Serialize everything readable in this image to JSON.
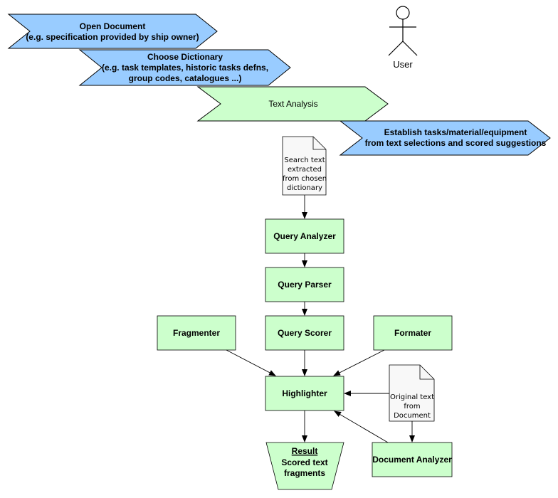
{
  "colors": {
    "step_blue": "#99ccff",
    "step_green": "#ccffcc",
    "box_green": "#ccffcc",
    "note_fill": "#f8f8f8",
    "stroke": "#000000"
  },
  "actor": {
    "label": "User",
    "icon": "stick-figure-icon"
  },
  "steps": {
    "open_document": {
      "line1": "Open Document",
      "line2": "(e.g. specification provided by ship owner)"
    },
    "choose_dictionary": {
      "line1": "Choose Dictionary",
      "line2": "(e.g. task templates, historic tasks defns,",
      "line3": "group codes, catalogues ...)"
    },
    "text_analysis": {
      "line1": "Text Analysis"
    },
    "establish_tasks": {
      "line1": "Establish tasks/material/equipment",
      "line2": "from text selections and scored suggestions"
    }
  },
  "notes": {
    "search_text": {
      "lines": [
        "Search text",
        "extracted",
        "from chosen",
        "dictionary"
      ]
    },
    "original_text": {
      "lines": [
        "Original text",
        "from",
        "Document"
      ]
    }
  },
  "components": {
    "query_analyzer": "Query Analyzer",
    "query_parser": "Query Parser",
    "query_scorer": "Query Scorer",
    "fragmenter": "Fragmenter",
    "formater": "Formater",
    "highlighter": "Highlighter",
    "document_analyzer": "Document Analyzer"
  },
  "result": {
    "title": "Result",
    "line1": "Scored text",
    "line2": "fragments"
  }
}
